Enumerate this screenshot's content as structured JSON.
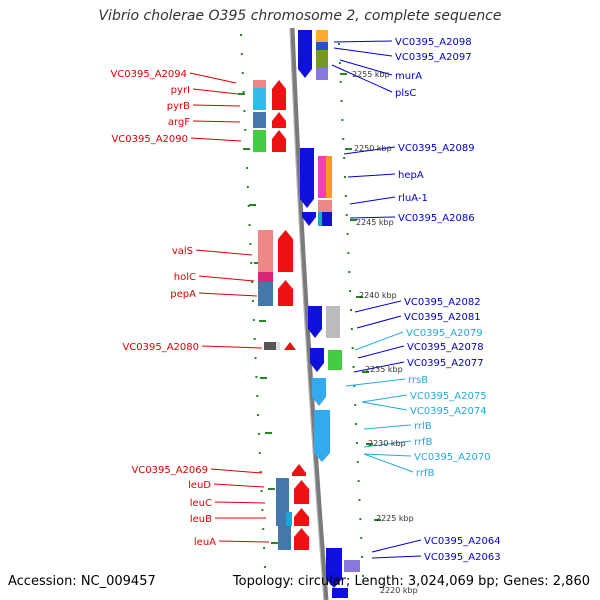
{
  "title": "Vibrio cholerae O395 chromosome 2, complete sequence",
  "footer": {
    "accession": "Accession: NC_009457",
    "summary": "Topology: circular; Length: 3,024,069 bp; Genes: 2,860"
  },
  "colors": {
    "left_label": "#dd0000",
    "right_label": "#0000cc",
    "right_label_light": "#22aadd",
    "backbone": "#888888",
    "tick": "#228822"
  },
  "kbp_labels": [
    "2255 kbp",
    "2250 kbp",
    "2245 kbp",
    "2240 kbp",
    "2235 kbp",
    "2230 kbp",
    "2225 kbp",
    "2220 kbp"
  ],
  "left_genes": [
    "VC0395_A2094",
    "pyrI",
    "pyrB",
    "argF",
    "VC0395_A2090",
    "valS",
    "holC",
    "pepA",
    "VC0395_A2080",
    "VC0395_A2069",
    "leuD",
    "leuC",
    "leuB",
    "leuA"
  ],
  "right_genes": [
    {
      "name": "VC0395_A2098",
      "tone": "dark"
    },
    {
      "name": "VC0395_A2097",
      "tone": "dark"
    },
    {
      "name": "murA",
      "tone": "dark"
    },
    {
      "name": "plsC",
      "tone": "dark"
    },
    {
      "name": "VC0395_A2089",
      "tone": "dark"
    },
    {
      "name": "hepA",
      "tone": "dark"
    },
    {
      "name": "rluA-1",
      "tone": "dark"
    },
    {
      "name": "VC0395_A2086",
      "tone": "dark"
    },
    {
      "name": "VC0395_A2082",
      "tone": "dark"
    },
    {
      "name": "VC0395_A2081",
      "tone": "dark"
    },
    {
      "name": "VC0395_A2079",
      "tone": "light"
    },
    {
      "name": "VC0395_A2078",
      "tone": "dark"
    },
    {
      "name": "VC0395_A2077",
      "tone": "dark"
    },
    {
      "name": "rrsB",
      "tone": "light"
    },
    {
      "name": "VC0395_A2075",
      "tone": "light"
    },
    {
      "name": "VC0395_A2074",
      "tone": "light"
    },
    {
      "name": "rrlB",
      "tone": "light"
    },
    {
      "name": "rrfB",
      "tone": "light"
    },
    {
      "name": "VC0395_A2070",
      "tone": "light"
    },
    {
      "name": "rrfB",
      "tone": "light"
    },
    {
      "name": "VC0395_A2064",
      "tone": "dark"
    },
    {
      "name": "VC0395_A2063",
      "tone": "dark"
    }
  ]
}
